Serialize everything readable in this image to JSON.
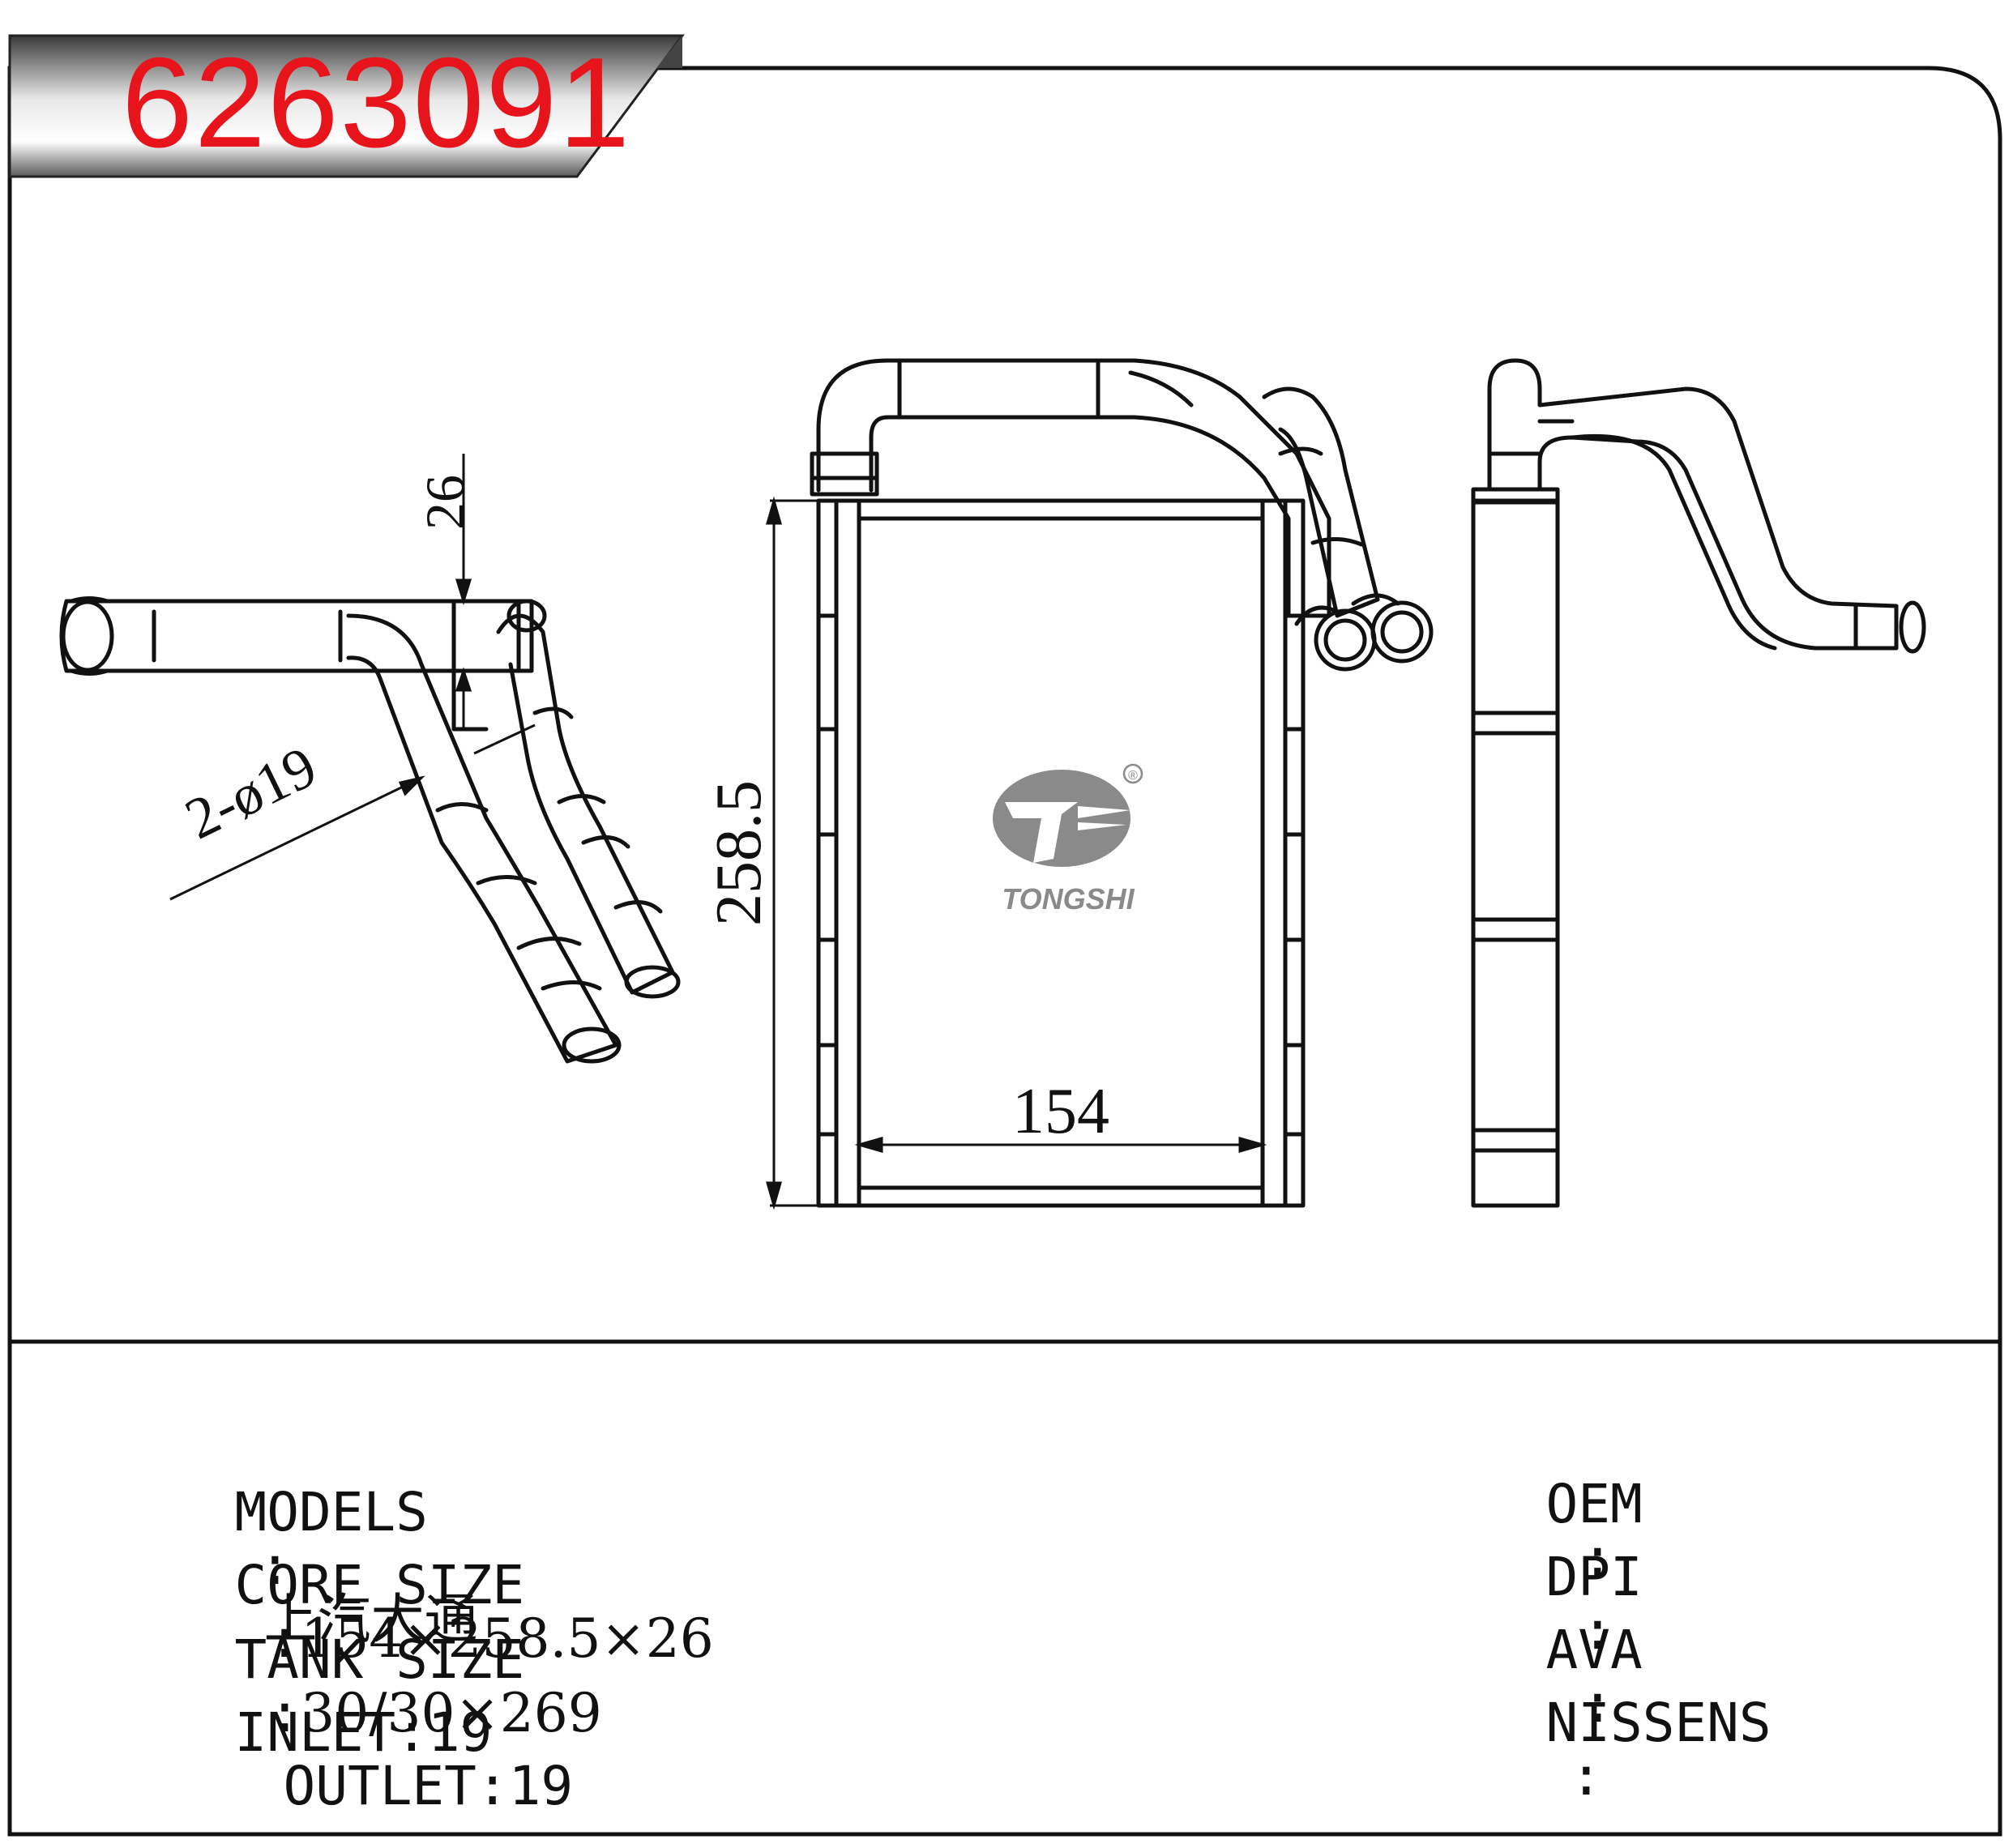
{
  "part_number": "6263091",
  "brand": {
    "name": "TONGSHI",
    "registered_mark": "®"
  },
  "dimensions": {
    "thickness": "26",
    "pipe_diameter": "2-ø19",
    "height": "258.5",
    "width": "154"
  },
  "specs": {
    "models_label": "MODELS",
    "models_sep": ":",
    "models_value": "上汽大通",
    "core_label": "CORE SIZE",
    "core_sep": ":",
    "core_value": "154×258.5×26",
    "tank_label": "TANK SIZE",
    "tank_sep": ":",
    "tank_value": "30/30×269",
    "inlet_label": "INLET:",
    "inlet_value": "19",
    "outlet_label": "OUTLET:",
    "outlet_value": "19"
  },
  "references": {
    "oem_label": "OEM",
    "oem_sep": ":",
    "dpi_label": "DPI",
    "dpi_sep": ":",
    "ava_label": "AVA",
    "ava_sep": ":",
    "nissens_label": "NISSENS",
    "nissens_sep": ":"
  },
  "colors": {
    "part_number": "#e8141b",
    "line": "#111111",
    "logo": "#8a8a8a"
  }
}
